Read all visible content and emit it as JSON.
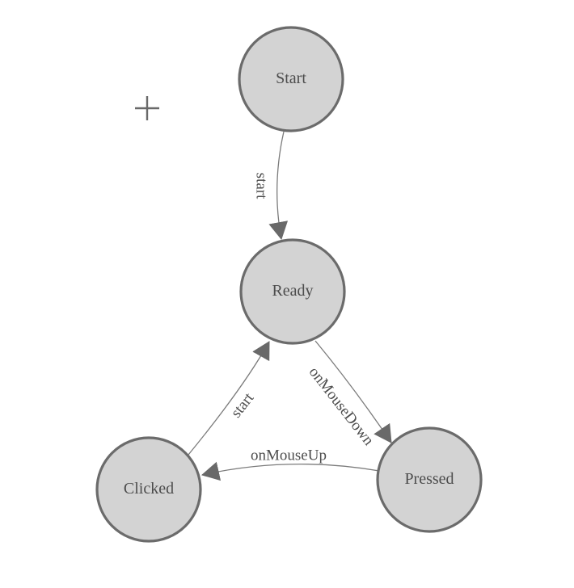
{
  "diagram": {
    "type": "state-machine",
    "nodes": [
      {
        "id": "start",
        "label": "Start"
      },
      {
        "id": "ready",
        "label": "Ready"
      },
      {
        "id": "clicked",
        "label": "Clicked"
      },
      {
        "id": "pressed",
        "label": "Pressed"
      }
    ],
    "edges": [
      {
        "from": "start",
        "to": "ready",
        "label": "start"
      },
      {
        "from": "clicked",
        "to": "ready",
        "label": "start"
      },
      {
        "from": "ready",
        "to": "pressed",
        "label": "onMouseDown"
      },
      {
        "from": "pressed",
        "to": "clicked",
        "label": "onMouseUp"
      }
    ]
  },
  "icons": {
    "plus_marker": "plus-icon",
    "arrowhead": "arrowhead-icon"
  },
  "colors": {
    "background": "#ffffff",
    "node_fill": "#d3d3d3",
    "node_stroke": "#6b6b6b",
    "edge_stroke": "#7b7b7b",
    "arrow_fill": "#696969",
    "label_text": "#4c4c4c",
    "plus_marker": "#696969"
  }
}
